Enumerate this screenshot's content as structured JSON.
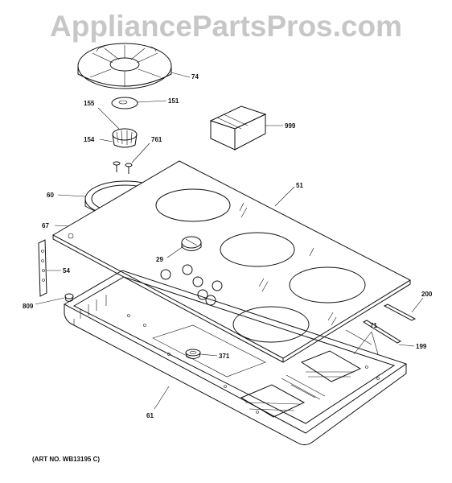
{
  "watermark": "AppliancePartsPros.com",
  "art_number": "(ART NO. WB13195 C)",
  "callouts": {
    "p74": "74",
    "p155": "155",
    "p151": "151",
    "p154": "154",
    "p761": "761",
    "p999": "999",
    "p51": "51",
    "p60": "60",
    "p67": "67",
    "p29": "29",
    "p54": "54",
    "p809": "809",
    "p200": "200",
    "p71": "71",
    "p199": "199",
    "p371": "371",
    "p61": "61"
  },
  "colors": {
    "line": "#111111",
    "watermark": "#c7c7c7",
    "background": "#ffffff"
  }
}
